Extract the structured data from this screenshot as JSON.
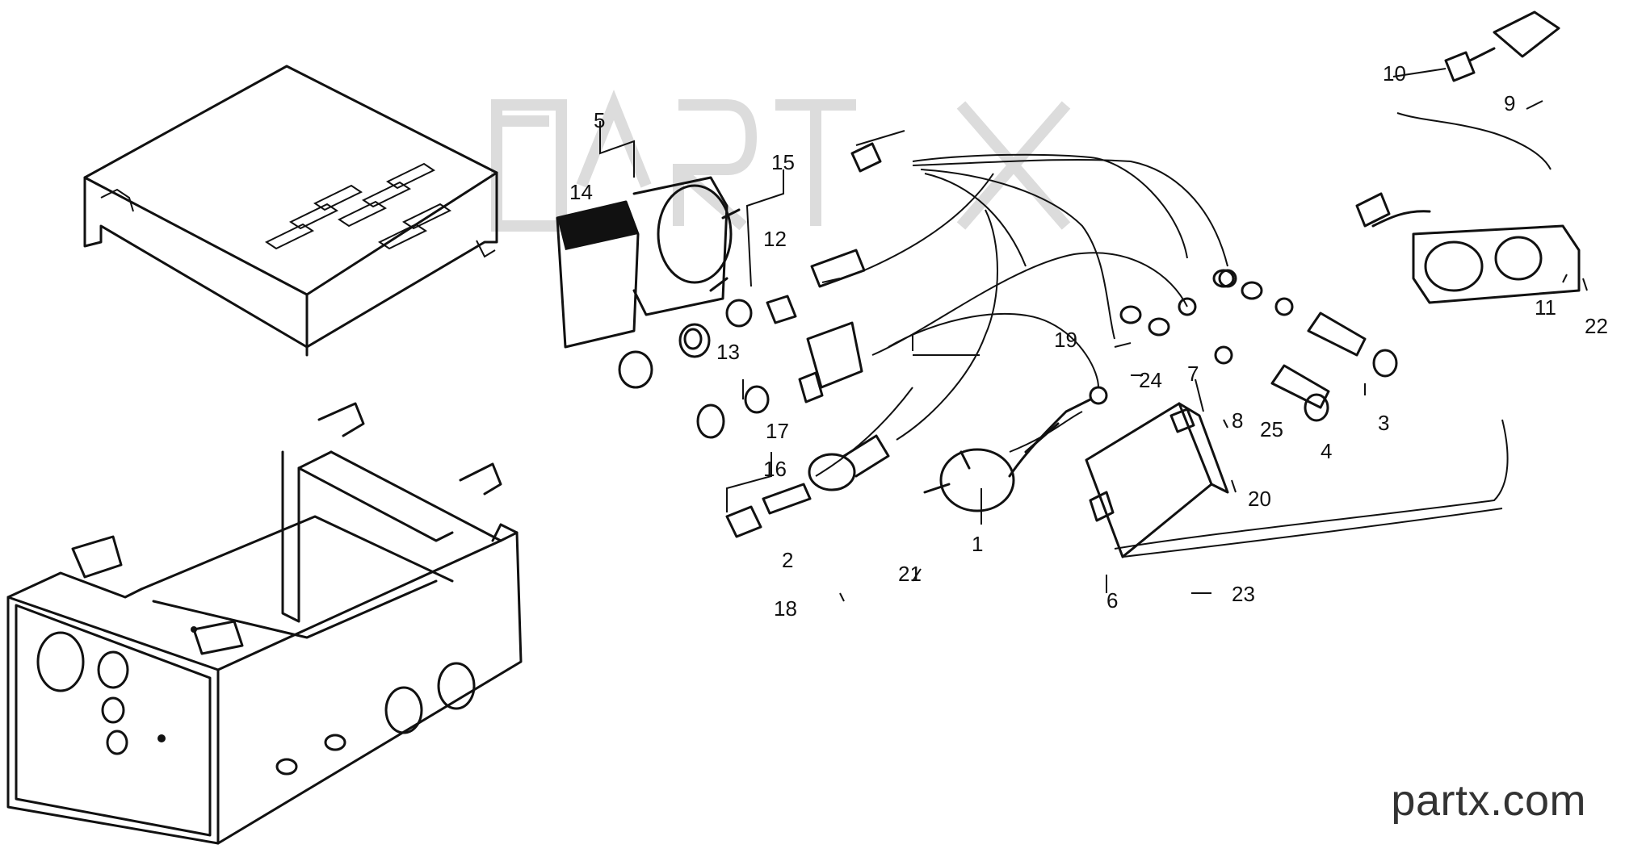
{
  "watermark": "PartX",
  "brand": "partx.com",
  "parts": [
    {
      "id": "p1",
      "label": "1"
    },
    {
      "id": "p2",
      "label": "2"
    },
    {
      "id": "p3",
      "label": "3"
    },
    {
      "id": "p4",
      "label": "4"
    },
    {
      "id": "p5",
      "label": "5"
    },
    {
      "id": "p6",
      "label": "6"
    },
    {
      "id": "p7",
      "label": "7"
    },
    {
      "id": "p8",
      "label": "8"
    },
    {
      "id": "p9",
      "label": "9"
    },
    {
      "id": "p10",
      "label": "10"
    },
    {
      "id": "p11",
      "label": "11"
    },
    {
      "id": "p12",
      "label": "12"
    },
    {
      "id": "p13",
      "label": "13"
    },
    {
      "id": "p14",
      "label": "14"
    },
    {
      "id": "p15",
      "label": "15"
    },
    {
      "id": "p16",
      "label": "16"
    },
    {
      "id": "p17",
      "label": "17"
    },
    {
      "id": "p18",
      "label": "18"
    },
    {
      "id": "p19",
      "label": "19"
    },
    {
      "id": "p20",
      "label": "20"
    },
    {
      "id": "p21",
      "label": "21"
    },
    {
      "id": "p22",
      "label": "22"
    },
    {
      "id": "p23",
      "label": "23"
    },
    {
      "id": "p24",
      "label": "24"
    },
    {
      "id": "p25",
      "label": "25"
    }
  ]
}
